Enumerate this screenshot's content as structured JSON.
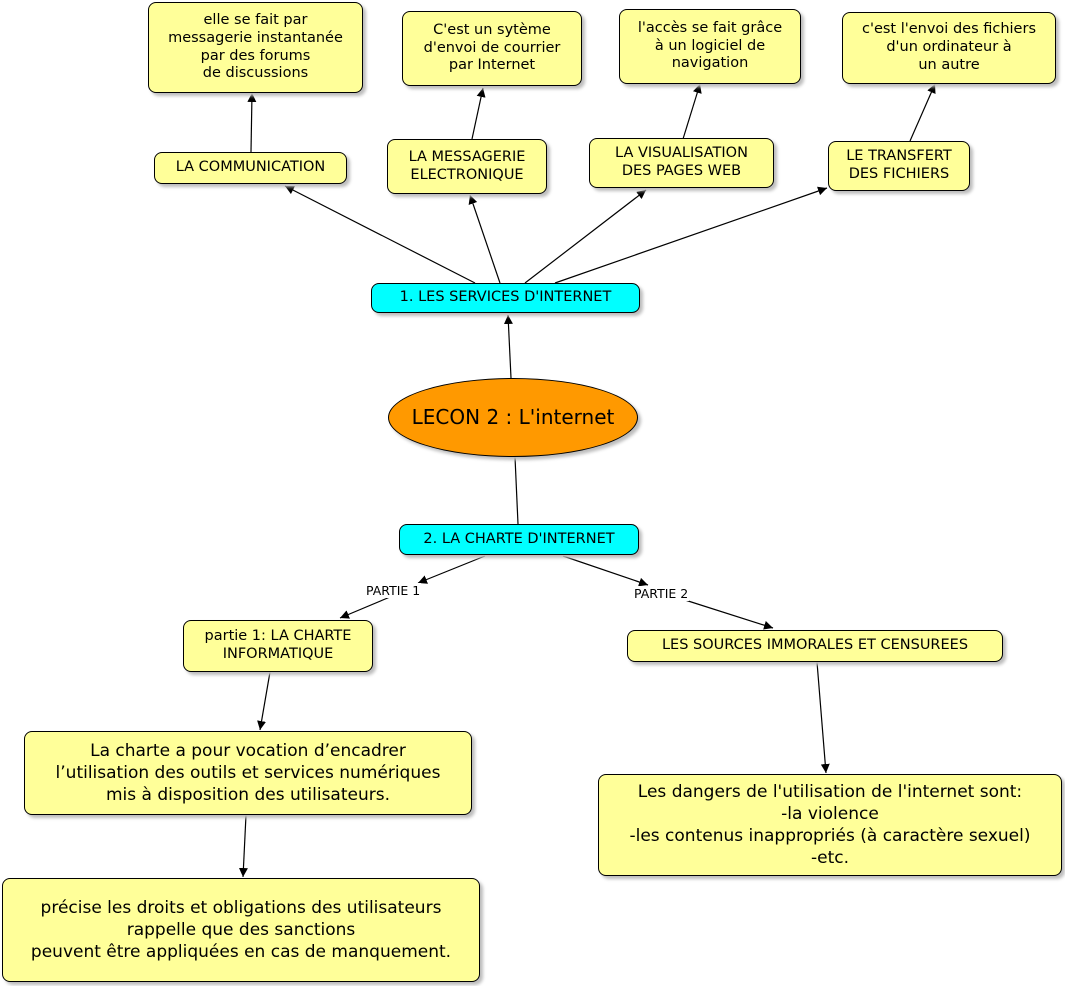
{
  "root": {
    "label": "LECON 2 : L'internet"
  },
  "services": {
    "title": "1. LES SERVICES D'INTERNET",
    "items": [
      {
        "label": "LA COMMUNICATION",
        "detail": "elle se fait par\nmessagerie instantanée\npar des forums\nde discussions"
      },
      {
        "label": "LA MESSAGERIE\nELECTRONIQUE",
        "detail": "C'est un sytème\nd'envoi de courrier\npar Internet"
      },
      {
        "label": "LA VISUALISATION\nDES PAGES WEB",
        "detail": "l'accès se fait grâce\nà un logiciel de\nnavigation"
      },
      {
        "label": "LE TRANSFERT\nDES FICHIERS",
        "detail": "c'est l'envoi des fichiers\nd'un ordinateur à\nun autre"
      }
    ]
  },
  "charte": {
    "title": "2. LA CHARTE D'INTERNET",
    "link1": "PARTIE 1",
    "link2": "PARTIE 2",
    "partie1": {
      "label": "partie 1: LA CHARTE\nINFORMATIQUE",
      "detail1": "La charte a pour vocation d’encadrer\nl’utilisation des outils et services numériques\nmis à disposition des utilisateurs.",
      "detail2": "précise les droits et obligations des utilisateurs\nrappelle que des sanctions\npeuvent être appliquées en cas de manquement."
    },
    "partie2": {
      "label": "LES SOURCES IMMORALES ET CENSUREES",
      "detail": "Les dangers de l'utilisation de l'internet sont:\n-la violence\n-les contenus inappropriés (à caractère sexuel)\n-etc."
    }
  },
  "colors": {
    "concept": "#ffff99",
    "main_topic": "#00ffff",
    "root": "#ff9900"
  }
}
